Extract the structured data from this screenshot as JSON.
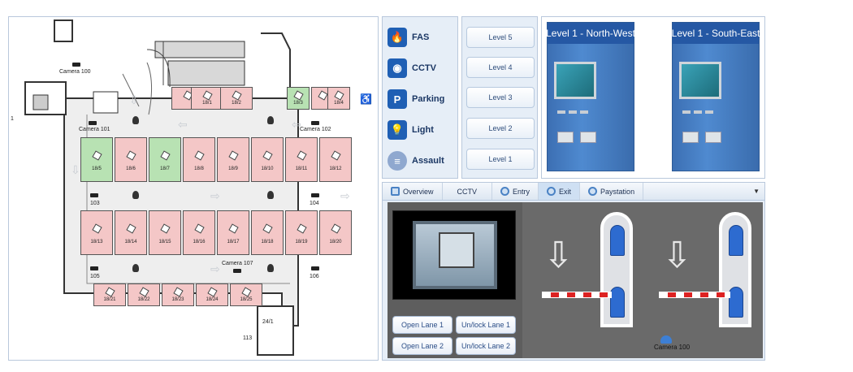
{
  "floorplan": {
    "cameras": [
      "Camera 100",
      "Camera 101",
      "Camera 102",
      "Camera 107"
    ],
    "lanes": [
      "103",
      "104",
      "105",
      "106",
      "113",
      "24/1",
      "1"
    ],
    "slots_top": [
      "18/1",
      "18/2",
      "18/3",
      "18/4"
    ],
    "slots_row1": [
      "18/5",
      "18/6",
      "18/7",
      "18/8",
      "18/9",
      "18/10",
      "18/11",
      "18/12"
    ],
    "slots_row2": [
      "18/13",
      "18/14",
      "18/15",
      "18/16",
      "18/17",
      "18/18",
      "18/19",
      "18/20"
    ],
    "slots_row3": [
      "18/21",
      "18/22",
      "18/23",
      "18/24",
      "18/25"
    ]
  },
  "systems": [
    {
      "label": "FAS",
      "icon": "fire-icon"
    },
    {
      "label": "CCTV",
      "icon": "camera-icon"
    },
    {
      "label": "Parking",
      "icon": "parking-icon"
    },
    {
      "label": "Light",
      "icon": "bulb-icon"
    },
    {
      "label": "Assault",
      "icon": "alarm-icon"
    }
  ],
  "levels": [
    "Level 5",
    "Level 4",
    "Level 3",
    "Level 2",
    "Level 1"
  ],
  "kiosks": [
    "Level 1 - North-West",
    "Level 1 - South-East"
  ],
  "tabs": [
    {
      "label": "Overview",
      "icon": "overview-icon"
    },
    {
      "label": "CCTV",
      "icon": ""
    },
    {
      "label": "Entry",
      "icon": "entry-icon"
    },
    {
      "label": "Exit",
      "icon": "exit-icon"
    },
    {
      "label": "Paystation",
      "icon": "paystation-icon"
    }
  ],
  "lane_buttons": {
    "open1": "Open Lane 1",
    "unlock1": "Un/lock Lane 1",
    "open2": "Open Lane 2",
    "unlock2": "Un/lock Lane 2"
  },
  "scene_camera": "Camera 100",
  "dropdown_glyph": "▼",
  "colors": {
    "accent": "#2558a4",
    "slot_occupied": "#f4c7c7",
    "slot_free": "#b8e2b3",
    "barrier_red": "#d22222"
  }
}
